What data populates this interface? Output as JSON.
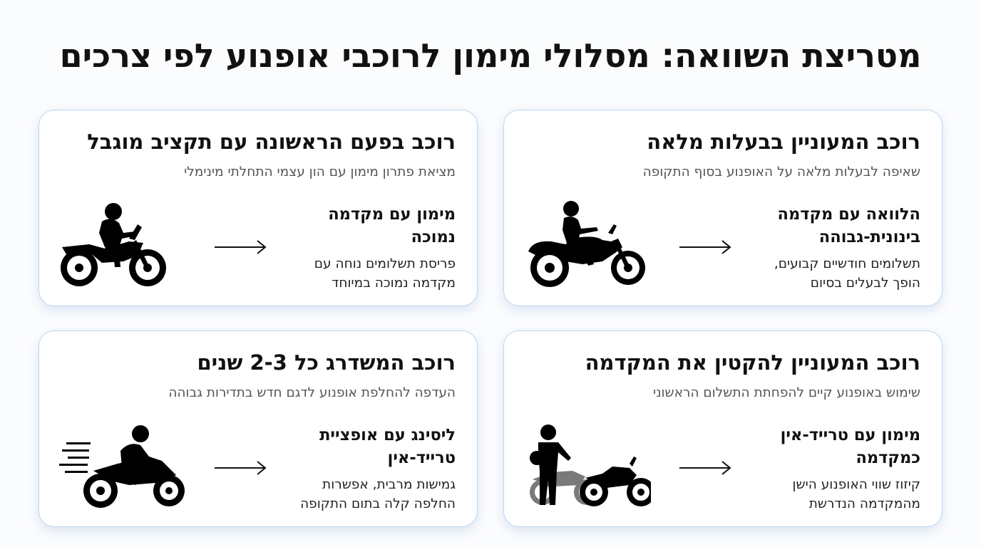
{
  "title": "מטריצת השוואה: מסלולי מימון לרוכבי אופנוע לפי צרכים",
  "colors": {
    "card_border": "#bcd6ee",
    "icon": "#000000",
    "icon_secondary": "#7a7a7a"
  },
  "cards": [
    {
      "title": "רוכב המעוניין בבעלות מלאה",
      "subtitle": "שאיפה לבעלות מלאה על האופנוע בסוף התקופה",
      "option_title": "הלוואה עם מקדמה בינונית-גבוהה",
      "option_desc": "תשלומים חודשיים קבועים, הופך לבעלים בסיום",
      "icon": "cruiser-motorcycle-rider-icon",
      "arrow_icon": "arrow-icon"
    },
    {
      "title": "רוכב בפעם הראשונה עם תקציב מוגבל",
      "subtitle": "מציאת פתרון מימון עם הון עצמי התחלתי מינימלי",
      "option_title": "מימון עם מקדמה נמוכה",
      "option_desc": "פריסת תשלומים נוחה עם מקדמה נמוכה במיוחד",
      "icon": "dirt-bike-rider-icon",
      "arrow_icon": "arrow-icon"
    },
    {
      "title": "רוכב המעוניין להקטין את המקדמה",
      "subtitle": "שימוש באופנוע קיים להפחתת התשלום הראשוני",
      "option_title": "מימון עם טרייד-אין כמקדמה",
      "option_desc": "קיזוז שווי האופנוע הישן מהמקדמה הנדרשת",
      "icon": "trade-in-rider-with-motorcycles-icon",
      "arrow_icon": "arrow-icon"
    },
    {
      "title": "רוכב המשדרג כל 2-3 שנים",
      "subtitle": "העדפה להחלפת אופנוע לדגם חדש בתדירות גבוהה",
      "option_title": "ליסינג עם אופציית טרייד-אין",
      "option_desc": "גמישות מרבית, אפשרות החלפה קלה בתום התקופה",
      "icon": "sport-bike-rider-icon",
      "arrow_icon": "arrow-icon"
    }
  ]
}
